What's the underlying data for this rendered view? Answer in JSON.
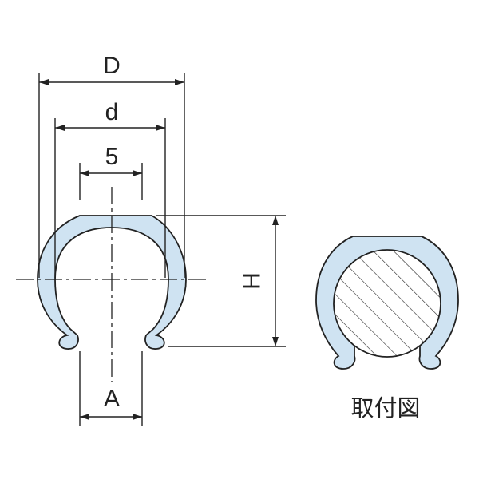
{
  "drawing": {
    "labels": {
      "D": "D",
      "d": "d",
      "slot": "5",
      "H": "H",
      "A": "A"
    },
    "caption": "取付図"
  },
  "colors": {
    "profile_fill": "#cfe3f2",
    "line": "#222222",
    "rod_fill": "#ffffff"
  }
}
